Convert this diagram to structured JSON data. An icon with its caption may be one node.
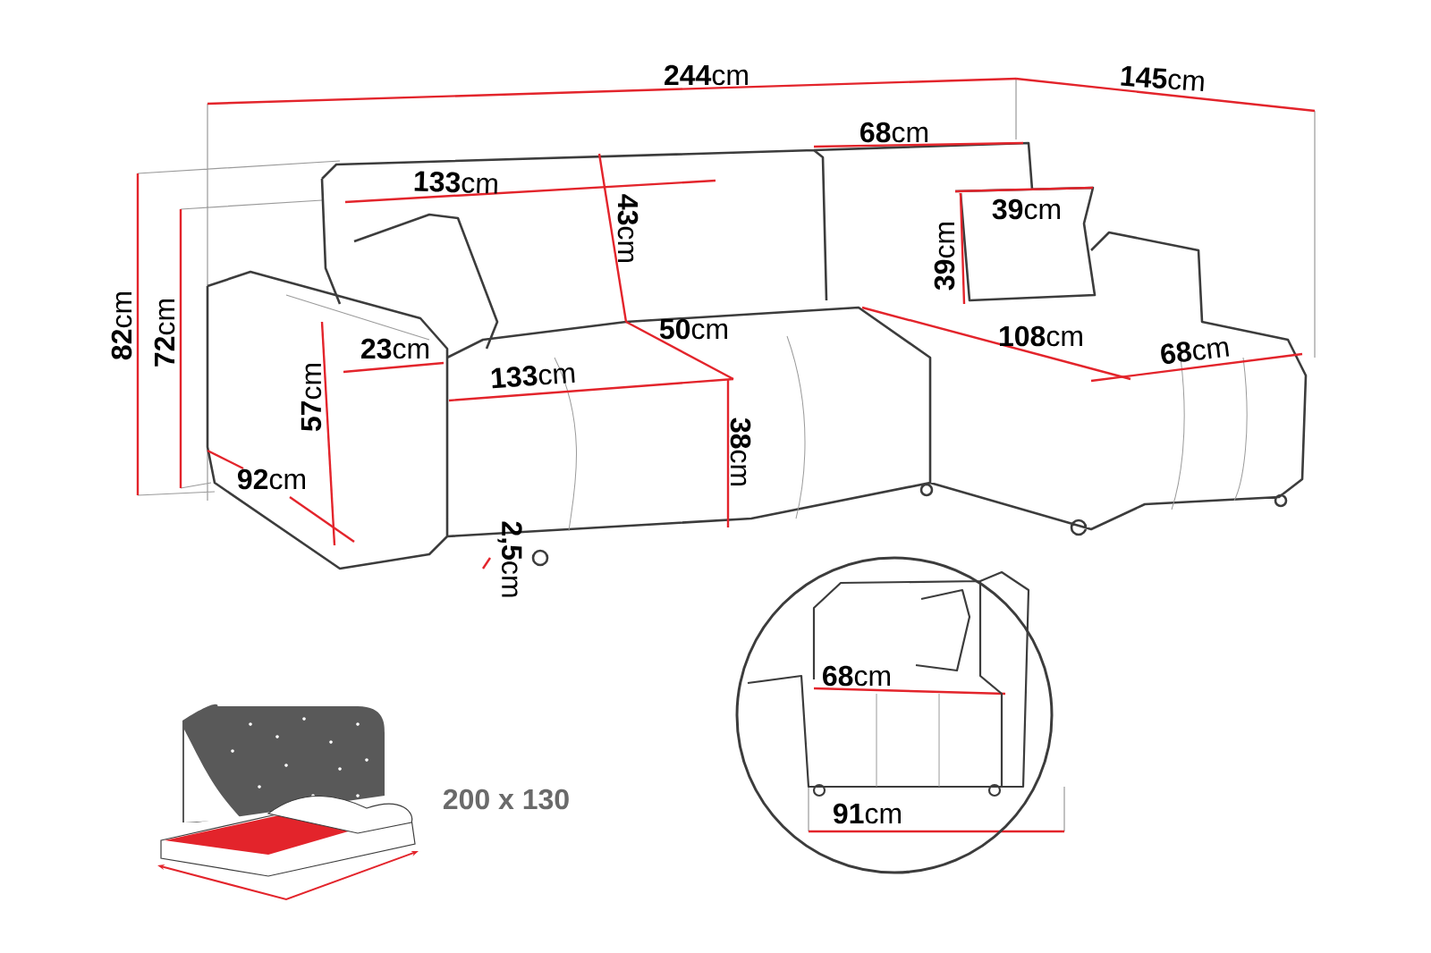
{
  "diagram": {
    "labels": [
      "**244**cm",
      "**145**cm",
      "**68**cm",
      "**133**cm",
      "**39**cm",
      "**43**cm",
      "**39**cm",
      "**82**cm",
      "**72**cm",
      "**23**cm",
      "**50**cm",
      "**108**cm",
      "**68**cm",
      "**133**cm",
      "**57**cm",
      "**92**cm",
      "**38**cm",
      "**2,5**cm",
      "**68**cm",
      "200 x 130",
      "**91**cm"
    ]
  }
}
